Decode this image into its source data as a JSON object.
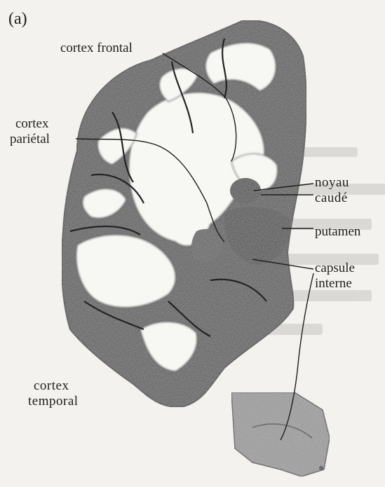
{
  "figure": {
    "panel_label": "(a)",
    "labels": {
      "cortex_frontal": "cortex frontal",
      "cortex_parietal_line1": "cortex",
      "cortex_parietal_line2": "pariétal",
      "noyau_caude_line1": "noyau",
      "noyau_caude_line2": "caudé",
      "putamen": "putamen",
      "capsule_interne_line1": "capsule",
      "capsule_interne_line2": "interne",
      "cortex_temporal_line1": "cortex",
      "cortex_temporal_line2": "temporal"
    },
    "colors": {
      "paper": "#f3f2ee",
      "gray_matter": "#4a4a4a",
      "white_matter": "#f7f7f4",
      "ink": "#1e1e1e"
    }
  }
}
